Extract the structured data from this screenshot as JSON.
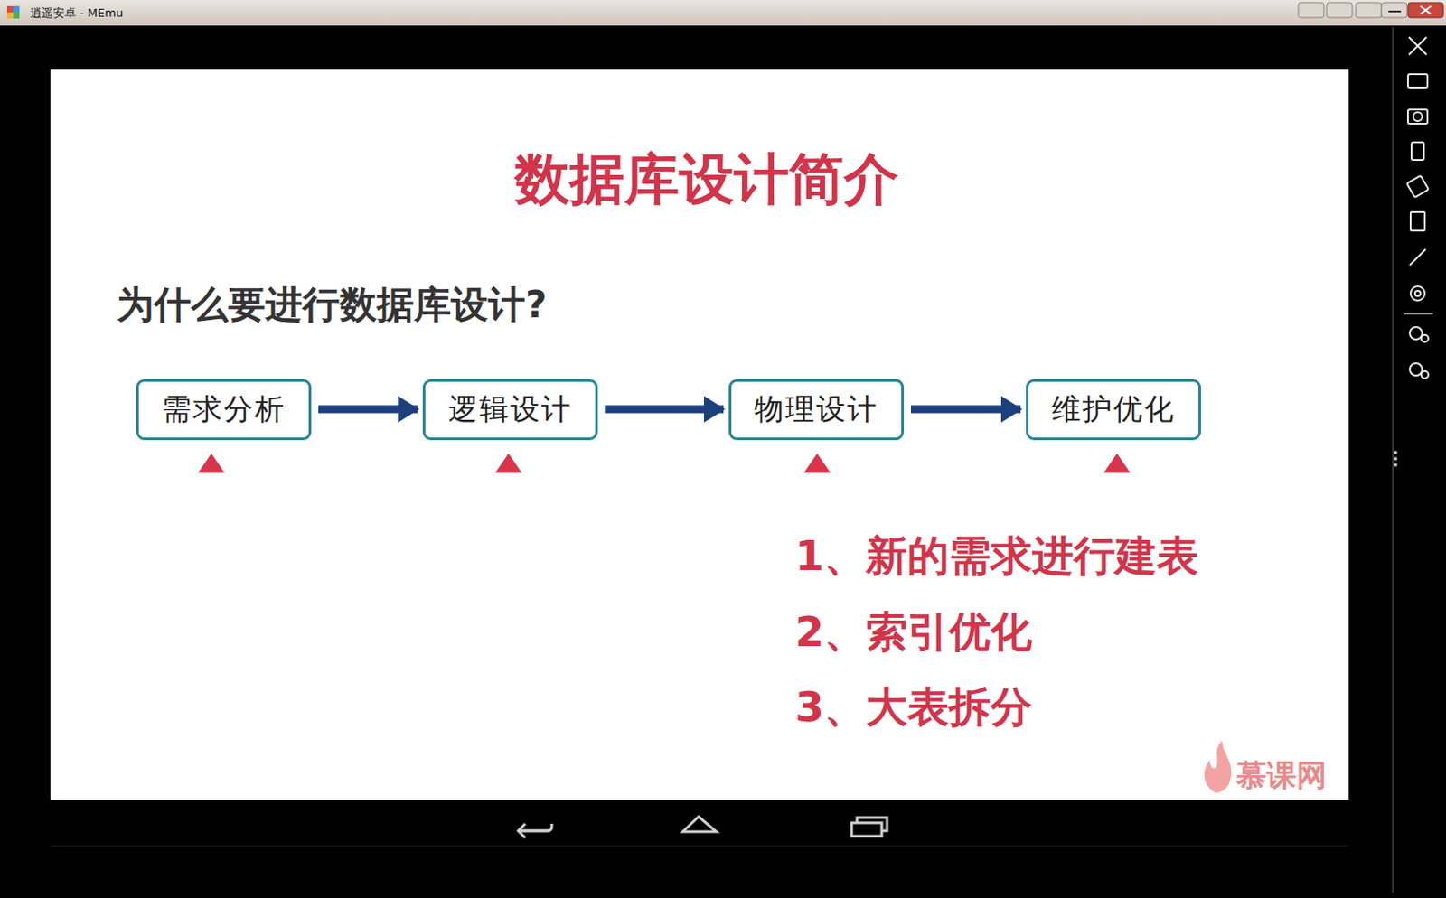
{
  "diagram": {
    "title": "数据库设计简介",
    "nodes": [
      {
        "text": [
          "需求分析"
        ]
      },
      {
        "text": [
          "逻辑设计"
        ]
      },
      {
        "text": [
          "物理设计"
        ]
      },
      {
        "text": [
          "维护优化"
        ]
      }
    ],
    "edges": [
      {
        "from": 0,
        "to": 1,
        "arrow": "to"
      },
      {
        "from": 1,
        "to": 2,
        "arrow": "to"
      },
      {
        "from": 2,
        "to": 3,
        "arrow": "to"
      }
    ],
    "labels": [
      "逍遥安卓 - MEmu",
      "为什么要进行数据库设计?",
      "1、新的需求进行建表",
      "2、索引优化",
      "3、大表拆分",
      "慕课网"
    ]
  }
}
